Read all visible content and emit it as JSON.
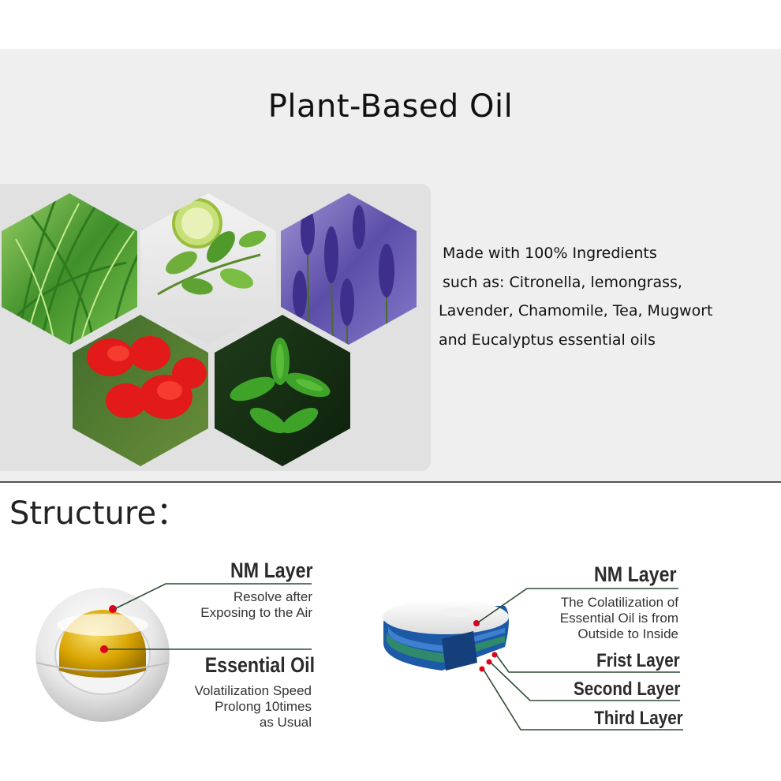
{
  "top_title": "Plant-Based Oil",
  "ingredients_text": [
    "Made with 100% Ingredients",
    "such as: Citronella, lemongrass,",
    "Lavender, Chamomile, Tea, Mugwort",
    "and Eucalyptus essential oils"
  ],
  "structure_title": "Structure：",
  "left_diagram": {
    "nm_layer": {
      "title": "NM Layer",
      "lines": [
        "Resolve after",
        "Exposing to the Air"
      ]
    },
    "essential_oil": {
      "title": "Essential  Oil",
      "lines": [
        "Volatilization Speed",
        "Prolong 10times",
        "as Usual"
      ]
    }
  },
  "right_diagram": {
    "nm_layer": {
      "title": "NM Layer",
      "lines": [
        "The Colatilization of",
        "Essential  Oil is from",
        "Outside to Inside"
      ]
    },
    "layers": [
      "Frist Layer",
      "Second Layer",
      "Third Layer"
    ]
  },
  "colors": {
    "panel_bg": "#efefef",
    "hex_panel_bg": "#e1e1e1",
    "leader_line": "#2e4b33",
    "marker_red": "#e0001a",
    "oil_yellow": "#d9a400",
    "layer_blue": "#1c5aa8",
    "layer_green": "#2e8a6a"
  }
}
